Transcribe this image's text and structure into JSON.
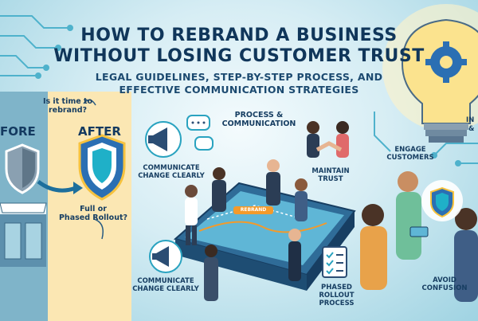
{
  "header": {
    "title_line1": "HOW TO REBRAND A BUSINESS",
    "title_line2": "WITHOUT LOSING CUSTOMER TRUST",
    "subtitle_line1": "LEGAL GUIDELINES, STEP-BY-STEP PROCESS, AND",
    "subtitle_line2": "EFFECTIVE COMMUNICATION STRATEGIES"
  },
  "left_panel": {
    "question_line1": "Is it time to",
    "question_line2": "rebrand?",
    "before_label": "FORE",
    "after_label": "AFTER",
    "rollout_line1": "Full or",
    "rollout_line2": "Phased Rollout?"
  },
  "center": {
    "process_line1": "PROCESS &",
    "process_line2": "COMMUNICATION",
    "communicate_top_line1": "COMMUNICATE",
    "communicate_top_line2": "CHANGE CLEARLY",
    "communicate_bottom_line1": "COMMUNICATE",
    "communicate_bottom_line2": "CHANGE CLEARLY",
    "maintain_line1": "MAINTAIN",
    "maintain_line2": "TRUST",
    "table_label": "REBRAND",
    "phased_line1": "PHASED",
    "phased_line2": "ROLLOUT",
    "phased_line3": "PROCESS"
  },
  "right": {
    "engage_line1": "ENGAGE",
    "engage_line2": "CUSTOMERS",
    "avoid_line1": "AVOID",
    "avoid_line2": "CONFUSION",
    "cut_label_1": "IN",
    "cut_label_2": "&"
  },
  "colors": {
    "navy": "#10365a",
    "teal": "#2aa3c0",
    "orange": "#f39a2b",
    "yellow": "#f7d36a",
    "purple": "#6b4fb3"
  }
}
